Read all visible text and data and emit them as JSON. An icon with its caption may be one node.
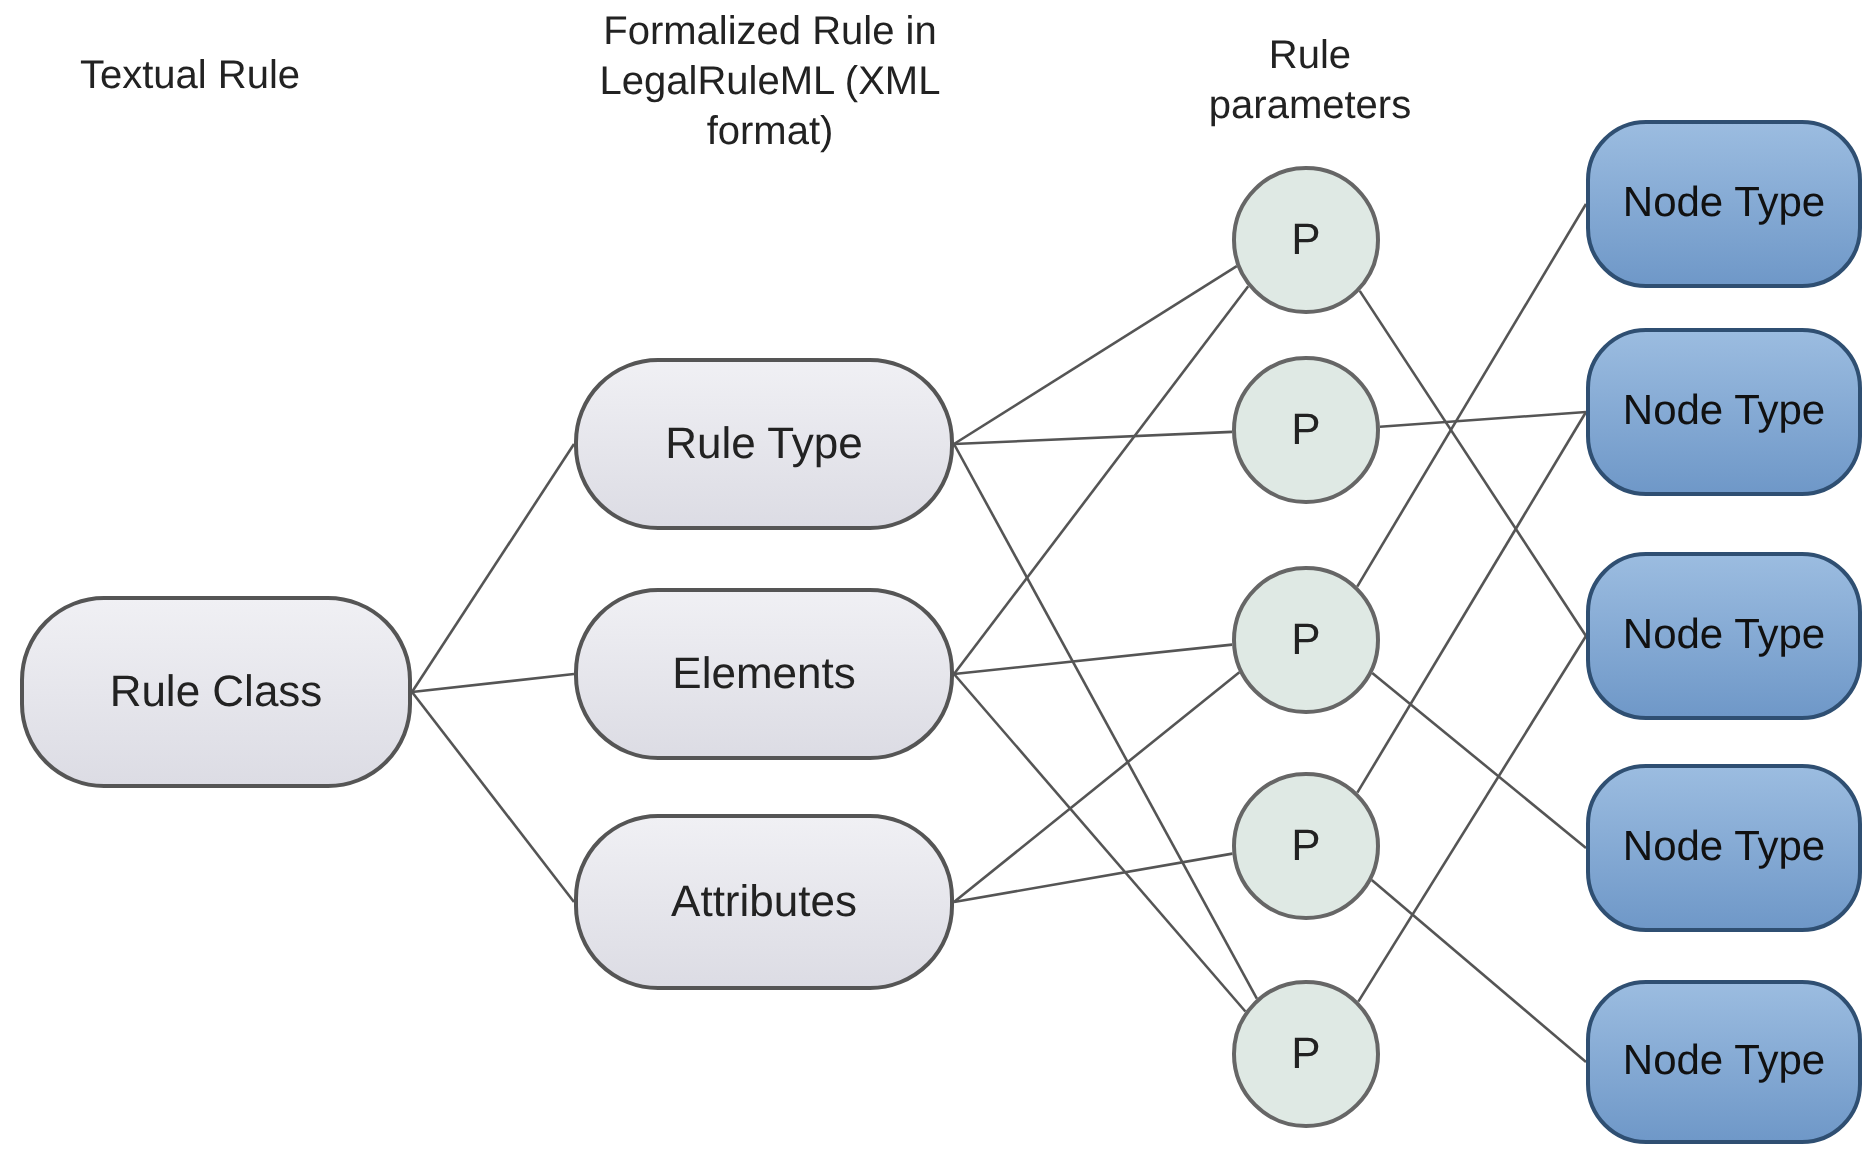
{
  "diagram": {
    "nodes": [
      {
        "text": [
          "Rule Class"
        ]
      },
      {
        "text": [
          "Rule Type"
        ]
      },
      {
        "text": [
          "Elements"
        ]
      },
      {
        "text": [
          "Attributes"
        ]
      },
      {
        "text": [
          "P"
        ]
      },
      {
        "text": [
          "P"
        ]
      },
      {
        "text": [
          "P"
        ]
      },
      {
        "text": [
          "P"
        ]
      },
      {
        "text": [
          "P"
        ]
      },
      {
        "text": [
          "Node Type"
        ]
      },
      {
        "text": [
          "Node Type"
        ]
      },
      {
        "text": [
          "Node Type"
        ]
      },
      {
        "text": [
          "Node Type"
        ]
      },
      {
        "text": [
          "Node Type"
        ]
      }
    ],
    "edges": [
      {
        "from": 0,
        "to": 1,
        "arrow": "none"
      },
      {
        "from": 0,
        "to": 2,
        "arrow": "none"
      },
      {
        "from": 0,
        "to": 3,
        "arrow": "none"
      },
      {
        "from": 1,
        "to": 4,
        "arrow": "none"
      },
      {
        "from": 1,
        "to": 5,
        "arrow": "none"
      },
      {
        "from": 1,
        "to": 8,
        "arrow": "none"
      },
      {
        "from": 2,
        "to": 4,
        "arrow": "none"
      },
      {
        "from": 2,
        "to": 6,
        "arrow": "none"
      },
      {
        "from": 2,
        "to": 8,
        "arrow": "none"
      },
      {
        "from": 3,
        "to": 6,
        "arrow": "none"
      },
      {
        "from": 3,
        "to": 7,
        "arrow": "none"
      },
      {
        "from": 4,
        "to": 11,
        "arrow": "none"
      },
      {
        "from": 5,
        "to": 10,
        "arrow": "none"
      },
      {
        "from": 6,
        "to": 9,
        "arrow": "none"
      },
      {
        "from": 6,
        "to": 12,
        "arrow": "none"
      },
      {
        "from": 7,
        "to": 10,
        "arrow": "none"
      },
      {
        "from": 7,
        "to": 13,
        "arrow": "none"
      },
      {
        "from": 8,
        "to": 11,
        "arrow": "none"
      }
    ],
    "labels": [
      "Textual Rule",
      "Formalized Rule in LegalRuleML (XML format)",
      "Rule parameters"
    ]
  }
}
